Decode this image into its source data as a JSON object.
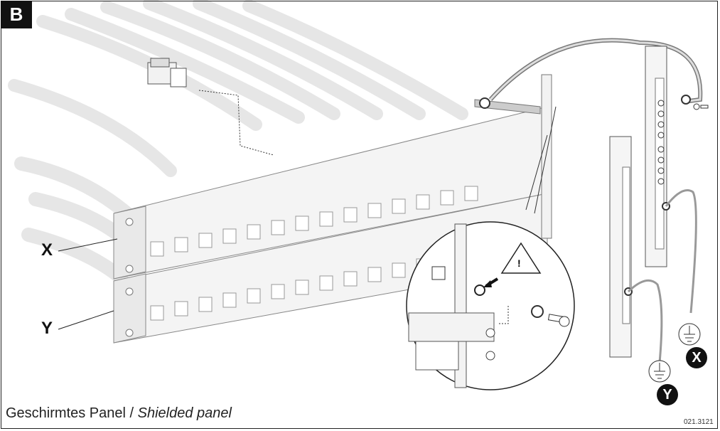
{
  "figure": {
    "badge": "B",
    "label_x": "X",
    "label_y": "Y",
    "caption_de": "Geschirmtes Panel / ",
    "caption_en": "Shielded panel",
    "code": "021.3121",
    "ground_x": "X",
    "ground_y": "Y",
    "warning_symbol": "!"
  }
}
